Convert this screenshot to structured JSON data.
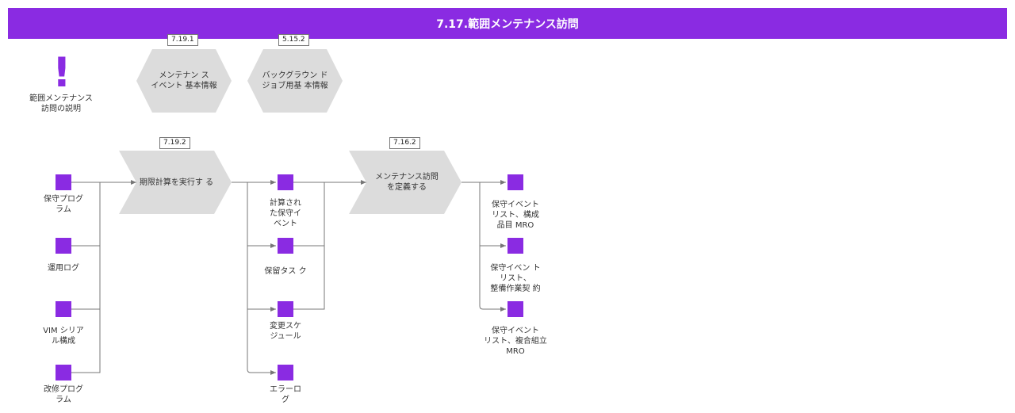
{
  "title": "7.17.範囲メンテナンス訪問",
  "colors": {
    "accent": "#8a2be2",
    "shape_fill": "#dcdcdc",
    "line": "#777777"
  },
  "info": {
    "icon": "exclamation-icon",
    "label": "範囲メンテナンス\n訪問の説明"
  },
  "references": [
    {
      "ref": "7.19.1",
      "label": "メンテナン ス\nイベント 基本情報"
    },
    {
      "ref": "5.15.2",
      "label": "バックグラウン ド\nジョブ用基 本情報"
    }
  ],
  "processes": [
    {
      "ref": "7.19.2",
      "label": "期限計算を実行す る"
    },
    {
      "ref": "7.16.2",
      "label": "メンテナンス訪問\nを定義する"
    }
  ],
  "inputs": [
    "保守プログ\nラム",
    "運用ログ",
    "VIM シリア\nル構成",
    "改修プログ\nラム"
  ],
  "middle_outputs": [
    "計算され\nた保守イ\nベント",
    "保留タス ク",
    "変更スケ\nジュール",
    "エラーロ\nグ"
  ],
  "final_outputs": [
    "保守イベント\nリスト、構成\n品目  MRO",
    "保守イベン ト\nリスト、\n整備作業契 約",
    "保守イベント\nリスト、複合組立\nMRO"
  ]
}
